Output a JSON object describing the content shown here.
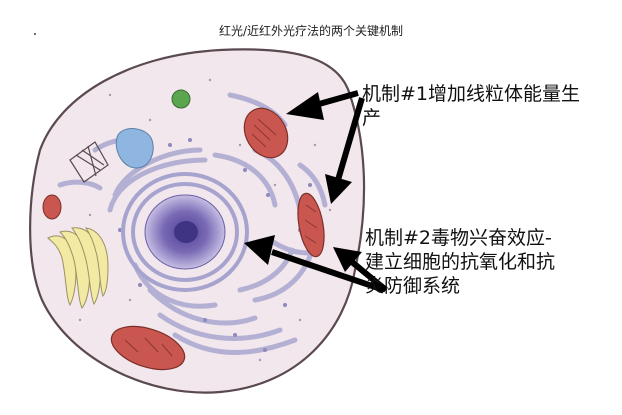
{
  "title": "红光/近红外光疗法的两个关键机制",
  "mechanisms": [
    {
      "line1": "机制#1增加线粒体能量生",
      "line2": "产"
    },
    {
      "line1": "机制#2毒物兴奋效应-",
      "line2": "建立细胞的抗氧化和抗",
      "line3": "炎防御系统"
    }
  ],
  "colors": {
    "cell_fill": "#f2e7ec",
    "cell_outline": "#5a4a50",
    "organelle_lavender": "#b9b6d6",
    "mitochondria": "#c9574f",
    "nucleus": "#7a6ab5",
    "nucleolus": "#3f3384",
    "golgi": "#f2e9a3",
    "vacuole": "#8eb6e0",
    "chloroplast": "#5aa64f",
    "arrow": "#000000"
  }
}
